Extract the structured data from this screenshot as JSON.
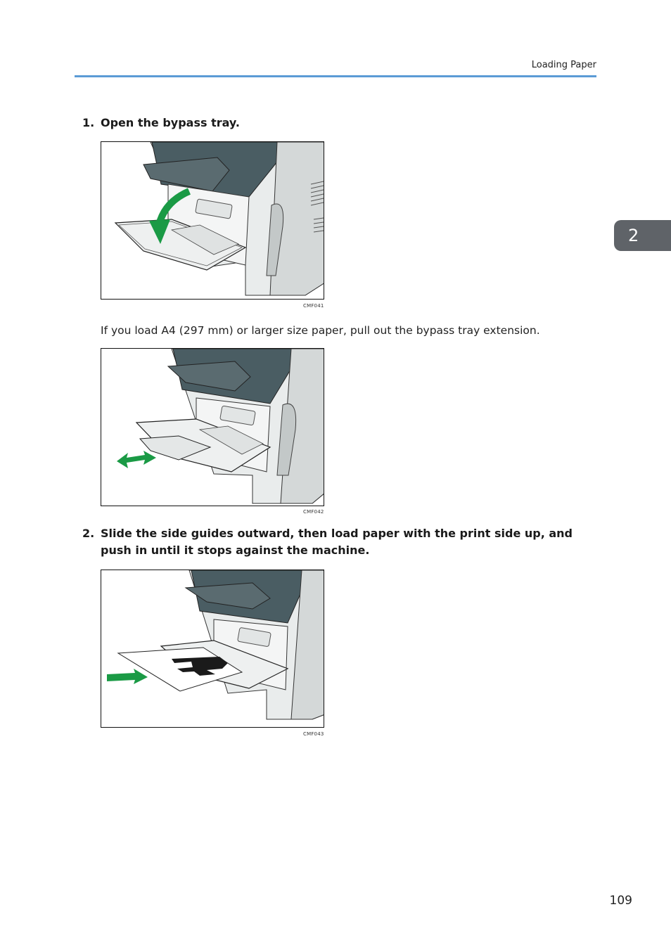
{
  "header": {
    "section_title": "Loading Paper"
  },
  "chapter_tab": {
    "number": "2"
  },
  "steps": [
    {
      "number": "1.",
      "text": "Open the bypass tray."
    },
    {
      "number": "2.",
      "text": "Slide the side guides outward, then load paper with the print side up, and push in until it stops against the machine."
    }
  ],
  "note": "If you load A4 (297 mm) or larger size paper, pull out the bypass tray extension.",
  "figures": [
    {
      "code": "CMF041"
    },
    {
      "code": "CMF042"
    },
    {
      "code": "CMF043"
    }
  ],
  "colors": {
    "rule": "#5b9bd5",
    "arrow": "#1a9a45",
    "tab": "#5f6368",
    "printer_top": "#4a5d63"
  },
  "footer": {
    "page_number": "109"
  }
}
